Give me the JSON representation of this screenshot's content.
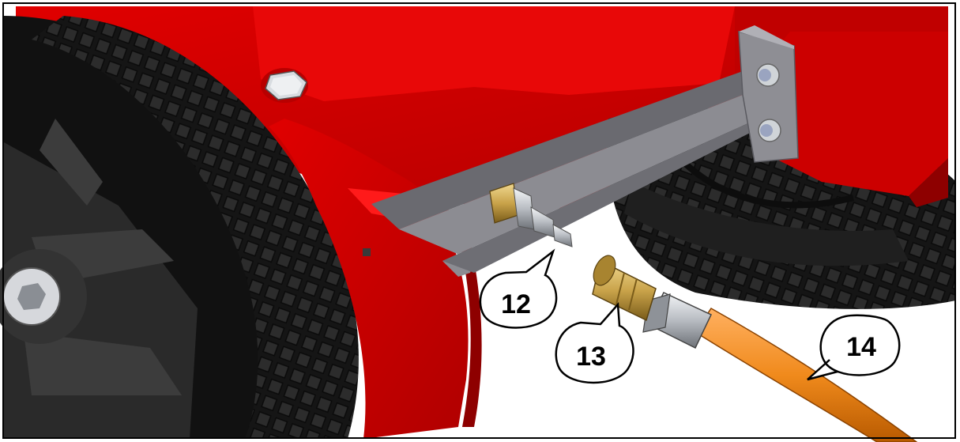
{
  "callouts": {
    "c12": {
      "label": "12"
    },
    "c13": {
      "label": "13"
    },
    "c14": {
      "label": "14"
    }
  },
  "colors": {
    "body_red": "#d40000",
    "body_red_dark": "#9e0000",
    "bracket_gray": "#7a7a80",
    "tire_black": "#1a1a1a",
    "hose_orange": "#f08a1c",
    "brass": "#c9a34a",
    "chrome": "#c8ccd0"
  }
}
